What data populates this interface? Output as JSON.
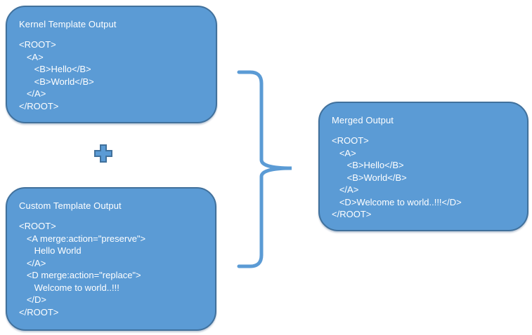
{
  "diagram": {
    "kernel_box": {
      "title": "Kernel Template Output",
      "code": "<ROOT>\n   <A>\n      <B>Hello</B>\n      <B>World</B>\n   </A>\n</ROOT>"
    },
    "custom_box": {
      "title": "Custom Template Output",
      "code": "<ROOT>\n   <A merge:action=\"preserve\">\n      Hello World\n   </A>\n   <D merge:action=\"replace\">\n      Welcome to world..!!!\n   </D>\n</ROOT>"
    },
    "merged_box": {
      "title": "Merged Output",
      "code": "<ROOT>\n   <A>\n      <B>Hello</B>\n      <B>World</B>\n   </A>\n   <D>Welcome to world..!!!</D>\n</ROOT>"
    },
    "icons": {
      "plus": "plus-icon",
      "brace": "right-curly-brace-icon"
    },
    "colors": {
      "box_fill": "#5B9BD5",
      "box_border": "#41719C",
      "brace": "#5B9BD5",
      "text": "#FFFFFF"
    }
  }
}
